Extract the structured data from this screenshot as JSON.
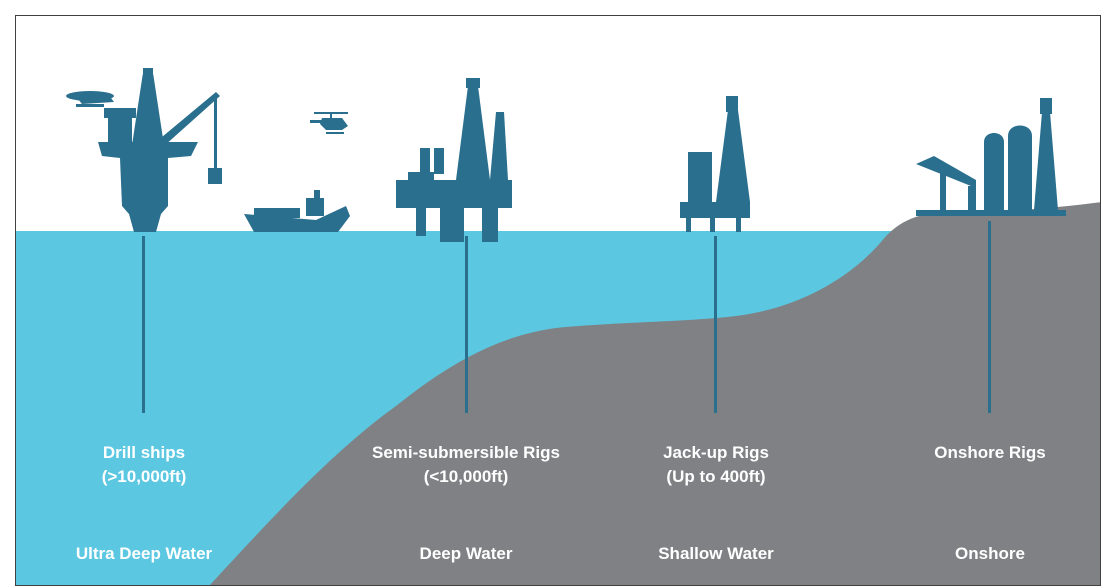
{
  "colors": {
    "water": "#5bc7e1",
    "land": "#808184",
    "rig": "#2a6f8e",
    "text": "#ffffff",
    "border": "#404040"
  },
  "rigs": [
    {
      "name": "Drill ships",
      "depth": "(>10,000ft)",
      "icon": "drill-ship-icon"
    },
    {
      "name": "Semi-submersible Rigs",
      "depth": "(<10,000ft)",
      "icon": "semi-submersible-rig-icon"
    },
    {
      "name": "Jack-up Rigs",
      "depth": "(Up to 400ft)",
      "icon": "jack-up-rig-icon"
    },
    {
      "name": "Onshore Rigs",
      "depth": "",
      "icon": "onshore-rig-icon"
    }
  ],
  "zones": [
    {
      "name": "Ultra Deep Water"
    },
    {
      "name": "Deep Water"
    },
    {
      "name": "Shallow Water"
    },
    {
      "name": "Onshore"
    }
  ],
  "extras": {
    "vessel_icon": "supply-vessel-icon",
    "helicopter_icon": "helicopter-icon"
  }
}
